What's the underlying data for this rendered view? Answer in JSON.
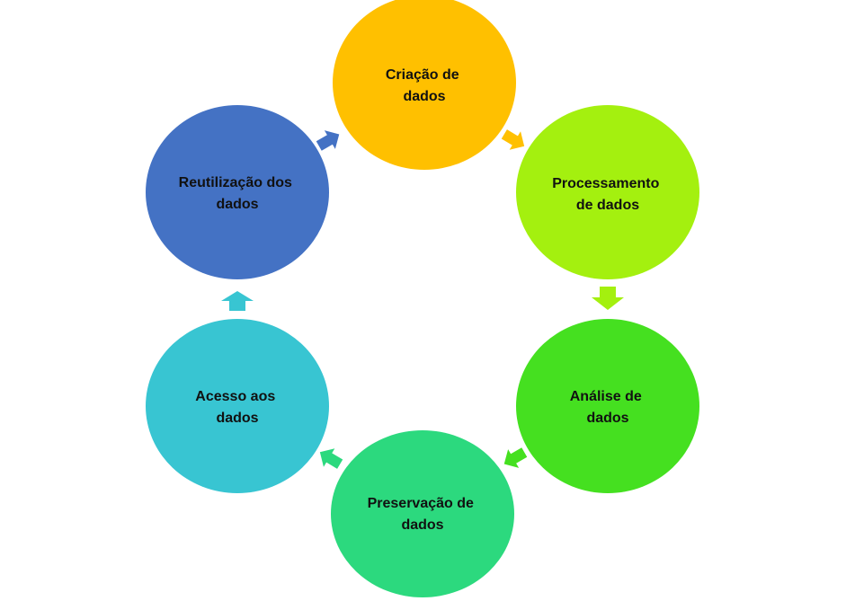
{
  "diagram": {
    "type": "cycle",
    "nodes": [
      {
        "id": "criacao",
        "lines": [
          "Criação de",
          "dados"
        ],
        "color": "#FFC000"
      },
      {
        "id": "processamento",
        "lines": [
          "Processamento",
          "de dados"
        ],
        "color": "#A4F00F"
      },
      {
        "id": "analise",
        "lines": [
          "Análise de",
          "dados"
        ],
        "color": "#45E020"
      },
      {
        "id": "preservacao",
        "lines": [
          "Preservação de",
          "dados"
        ],
        "color": "#2CD97E"
      },
      {
        "id": "acesso",
        "lines": [
          "Acesso aos",
          "dados"
        ],
        "color": "#38C5D2"
      },
      {
        "id": "reutilizacao",
        "lines": [
          "Reutilização dos",
          "dados"
        ],
        "color": "#4472C4"
      }
    ],
    "arrows": [
      {
        "from": "criacao",
        "to": "processamento",
        "color": "#FFC000"
      },
      {
        "from": "processamento",
        "to": "analise",
        "color": "#A4F00F"
      },
      {
        "from": "analise",
        "to": "preservacao",
        "color": "#45E020"
      },
      {
        "from": "preservacao",
        "to": "acesso",
        "color": "#2CD97E"
      },
      {
        "from": "acesso",
        "to": "reutilizacao",
        "color": "#38C5D2"
      },
      {
        "from": "reutilizacao",
        "to": "criacao",
        "color": "#4472C4"
      }
    ]
  }
}
